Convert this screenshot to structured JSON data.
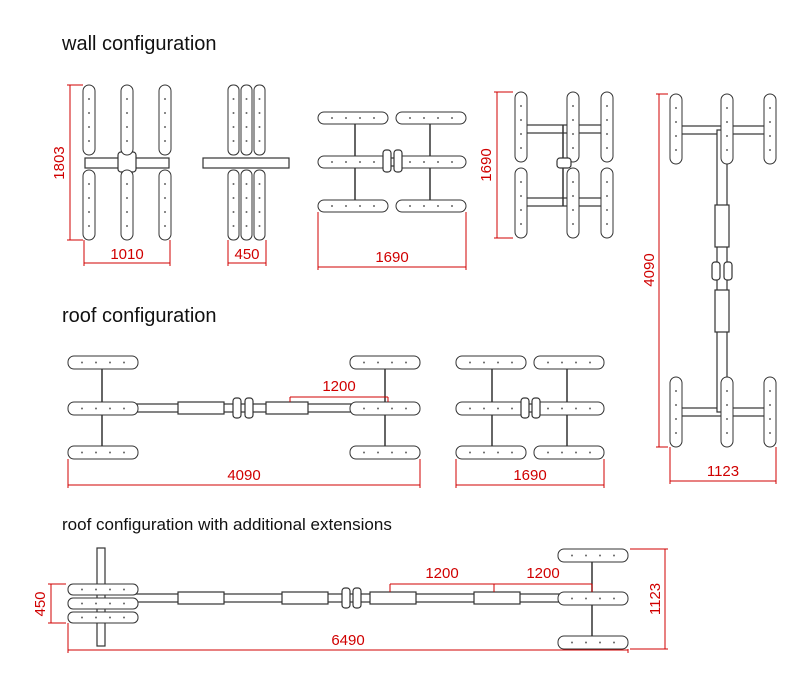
{
  "sections": {
    "wall": {
      "heading": "wall configuration"
    },
    "roof": {
      "heading": "roof configuration"
    },
    "roof_ext": {
      "heading": "roof configuration with additional extensions"
    }
  },
  "dimensions": {
    "wall_a_height": "1803",
    "wall_a_width": "1010",
    "wall_b_width": "450",
    "wall_c_width": "1690",
    "wall_d_height": "1690",
    "tall_height": "4090",
    "tall_width": "1123",
    "roof_a_width": "4090",
    "roof_a_ext": "1200",
    "roof_b_width": "1690",
    "ext_height_left": "450",
    "ext_seg_1": "1200",
    "ext_seg_2": "1200",
    "ext_width": "6490",
    "ext_height_right": "1123"
  },
  "colors": {
    "dimension": "#d00000",
    "line": "#333333"
  }
}
